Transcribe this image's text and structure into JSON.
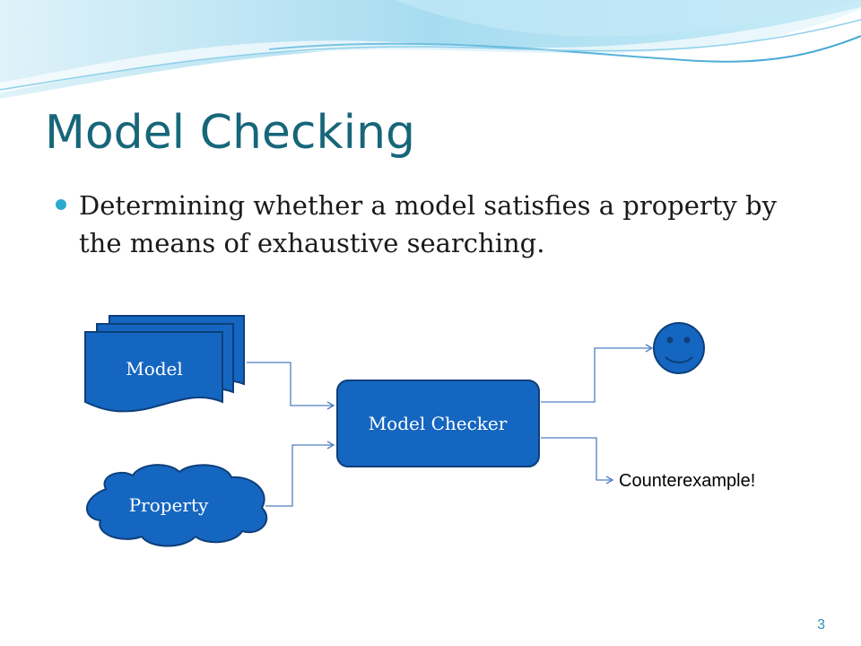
{
  "slide": {
    "title": "Model Checking",
    "bullet": "Determining whether a model satisfies a property by the means of exhaustive searching.",
    "page_number": "3"
  },
  "diagram": {
    "nodes": {
      "model": "Model",
      "property": "Property",
      "checker": "Model Checker",
      "counterexample": "Counterexample!"
    },
    "icons": {
      "success": "smiley-face-icon"
    }
  },
  "colors": {
    "title": "#17667a",
    "bullet": "#2eaad1",
    "shape_fill": "#1566c0",
    "shape_stroke": "#0d3f7a",
    "connector": "#4f7fbf",
    "header_wave": "#9fd8ee"
  }
}
